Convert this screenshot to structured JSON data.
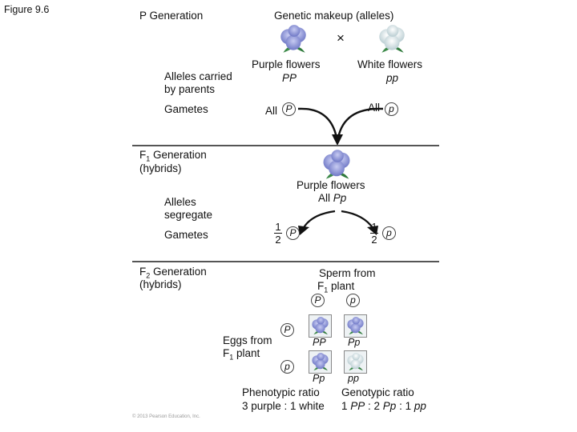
{
  "figure_label": "Figure 9.6",
  "p_generation": {
    "title": "P Generation",
    "genetic_makeup": "Genetic makeup (alleles)",
    "cross_symbol": "×",
    "purple_label": "Purple flowers",
    "purple_alleles": "PP",
    "white_label": "White flowers",
    "white_alleles": "pp",
    "alleles_carried": "Alleles carried",
    "by_parents": "by parents",
    "gametes": "Gametes",
    "all": "All",
    "gamete_P": "P",
    "gamete_p": "p"
  },
  "f1_generation": {
    "title_prefix": "F",
    "title_sub": "1",
    "title_suffix": " Generation",
    "hybrids": "(hybrids)",
    "purple_label": "Purple flowers",
    "all_prefix": "All ",
    "alleles": "Pp",
    "alleles_segregate_1": "Alleles",
    "alleles_segregate_2": "segregate",
    "gametes": "Gametes",
    "frac_num": "1",
    "frac_den": "2",
    "gamete_P": "P",
    "gamete_p": "p"
  },
  "f2_generation": {
    "title_prefix": "F",
    "title_sub": "2",
    "title_suffix": " Generation",
    "hybrids": "(hybrids)",
    "sperm_from": "Sperm from",
    "sperm_plant_prefix": "F",
    "sperm_plant_sub": "1",
    "sperm_plant_suffix": " plant",
    "sperm_P": "P",
    "sperm_p": "p",
    "eggs_from": "Eggs from",
    "eggs_plant_prefix": "F",
    "eggs_plant_sub": "1",
    "eggs_plant_suffix": " plant",
    "egg_P": "P",
    "egg_p": "p",
    "cell_PP": "PP",
    "cell_Pp_top": "Pp",
    "cell_Pp_bottom": "Pp",
    "cell_pp": "pp",
    "phenotypic_ratio": "Phenotypic ratio",
    "phenotypic_values": "3 purple : 1 white",
    "genotypic_ratio": "Genotypic ratio",
    "genotypic_values": {
      "a": "1 ",
      "b": "PP",
      "c": " : 2 ",
      "d": "Pp",
      "e": " : 1 ",
      "f": "pp"
    }
  },
  "copyright": "© 2013 Pearson Education, Inc.",
  "colors": {
    "purple": "#8e95d6",
    "white": "#e4eef0",
    "leaf": "#3d8a4a",
    "rule": "#555555"
  }
}
